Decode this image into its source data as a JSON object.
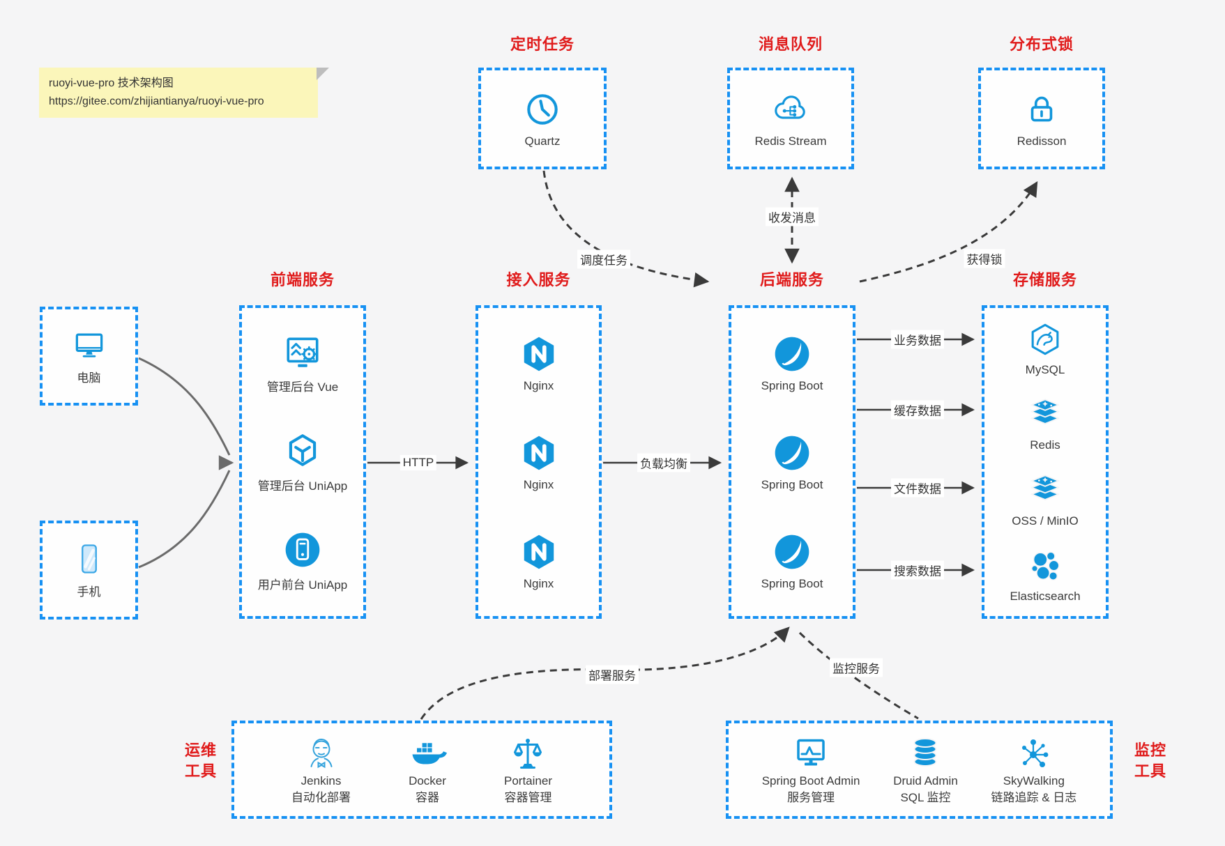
{
  "note": {
    "line1": "ruoyi-vue-pro 技术架构图",
    "line2": "https://gitee.com/zhijiantianya/ruoyi-vue-pro"
  },
  "top_groups": [
    {
      "title": "定时任务",
      "item": {
        "label": "Quartz",
        "icon": "clock-icon"
      }
    },
    {
      "title": "消息队列",
      "item": {
        "label": "Redis Stream",
        "icon": "mq-cloud-icon"
      }
    },
    {
      "title": "分布式锁",
      "item": {
        "label": "Redisson",
        "icon": "lock-icon"
      }
    }
  ],
  "clients": [
    {
      "label": "电脑",
      "icon": "desktop-icon"
    },
    {
      "label": "手机",
      "icon": "phone-icon"
    }
  ],
  "columns": [
    {
      "title": "前端服务",
      "items": [
        {
          "label": "管理后台 Vue",
          "icon": "admin-dashboard-icon"
        },
        {
          "label": "管理后台 UniApp",
          "icon": "uniapp-cube-icon"
        },
        {
          "label": "用户前台 UniApp",
          "icon": "mobile-app-icon"
        }
      ]
    },
    {
      "title": "接入服务",
      "items": [
        {
          "label": "Nginx",
          "icon": "nginx-icon"
        },
        {
          "label": "Nginx",
          "icon": "nginx-icon"
        },
        {
          "label": "Nginx",
          "icon": "nginx-icon"
        }
      ]
    },
    {
      "title": "后端服务",
      "items": [
        {
          "label": "Spring Boot",
          "icon": "spring-leaf-icon"
        },
        {
          "label": "Spring Boot",
          "icon": "spring-leaf-icon"
        },
        {
          "label": "Spring Boot",
          "icon": "spring-leaf-icon"
        }
      ]
    },
    {
      "title": "存储服务",
      "items": [
        {
          "label": "MySQL",
          "icon": "mysql-dolphin-icon"
        },
        {
          "label": "Redis",
          "icon": "redis-stack-icon"
        },
        {
          "label": "OSS / MinIO",
          "icon": "storage-stack-icon"
        },
        {
          "label": "Elasticsearch",
          "icon": "elasticsearch-cluster-icon"
        }
      ]
    }
  ],
  "bottom_groups": [
    {
      "side_label": [
        "运维",
        "工具"
      ],
      "items": [
        {
          "label": "Jenkins",
          "sub": "自动化部署",
          "icon": "jenkins-icon"
        },
        {
          "label": "Docker",
          "sub": "容器",
          "icon": "docker-whale-icon"
        },
        {
          "label": "Portainer",
          "sub": "容器管理",
          "icon": "portainer-scales-icon"
        }
      ]
    },
    {
      "side_label": [
        "监控",
        "工具"
      ],
      "items": [
        {
          "label": "Spring Boot Admin",
          "sub": "服务管理",
          "icon": "monitor-pulse-icon"
        },
        {
          "label": "Druid Admin",
          "sub": "SQL 监控",
          "icon": "database-stack-icon"
        },
        {
          "label": "SkyWalking",
          "sub": "链路追踪 & 日志",
          "icon": "topology-icon"
        }
      ]
    }
  ],
  "edges": {
    "http": "HTTP",
    "load_balance": "负载均衡",
    "business_data": "业务数据",
    "cache_data": "缓存数据",
    "file_data": "文件数据",
    "search_data": "搜索数据",
    "schedule_task": "调度任务",
    "send_receive_message": "收发消息",
    "acquire_lock": "获得锁",
    "deploy_service": "部署服务",
    "monitor_service": "监控服务"
  },
  "colors": {
    "box_border_blue": "#1791f3",
    "icon_blue": "#1296db",
    "title_red": "#e01b1b",
    "note_bg": "#fbf6ba",
    "canvas_bg": "#f5f5f6",
    "arrow_dark": "#3a3a3a",
    "arrow_gray": "#6b6b6b"
  }
}
